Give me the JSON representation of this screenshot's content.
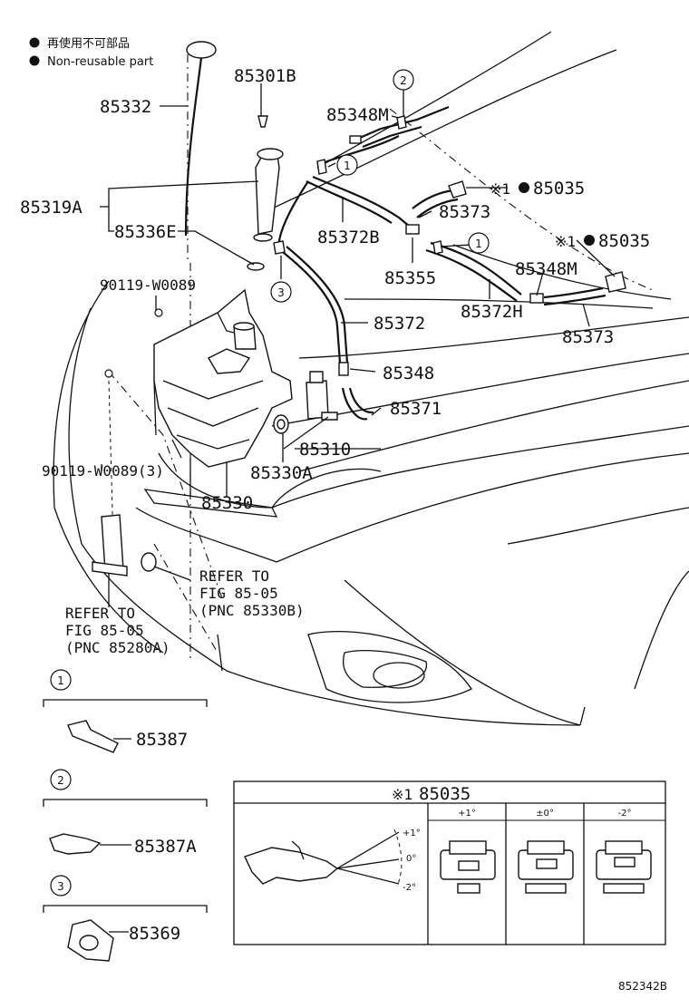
{
  "legend": {
    "jp": "再使用不可部品",
    "en": "Non-reusable part"
  },
  "parts": {
    "p85301B": "85301B",
    "p85332": "85332",
    "p85348M_a": "85348M",
    "p85319A": "85319A",
    "p85336E": "85336E",
    "p85372B": "85372B",
    "p85373_a": "85373",
    "p85035_a": "85035",
    "p85035_b": "85035",
    "p85355": "85355",
    "p85348M_b": "85348M",
    "p85372H": "85372H",
    "p85373_b": "85373",
    "p90119_a": "90119-W0089",
    "p85372": "85372",
    "p85348": "85348",
    "p85371": "85371",
    "p85310": "85310",
    "p90119_b": "90119-W0089(3)",
    "p85330A": "85330A",
    "p85330": "85330",
    "p85387": "85387",
    "p85387A": "85387A",
    "p85369": "85369"
  },
  "marks": {
    "ref1": "※1",
    "ref1b": "※1",
    "c1": "1",
    "c2": "2",
    "c3": "3"
  },
  "refer1": {
    "line1": "REFER TO",
    "line2": "FIG 85-05",
    "line3": "(PNC 85330B)"
  },
  "refer2": {
    "line1": "REFER TO",
    "line2": "FIG 85-05",
    "line3": "(PNC 85280A)"
  },
  "detail": {
    "mark": "※1",
    "title": "85035",
    "col1": "+1°",
    "col2": "±0°",
    "col3": "-2°",
    "ang_top": "+1°",
    "ang_mid": "0°",
    "ang_bot": "-2°"
  },
  "sidebox": {
    "c1": "1",
    "c2": "2",
    "c3": "3"
  },
  "footer": {
    "code": "852342B"
  }
}
